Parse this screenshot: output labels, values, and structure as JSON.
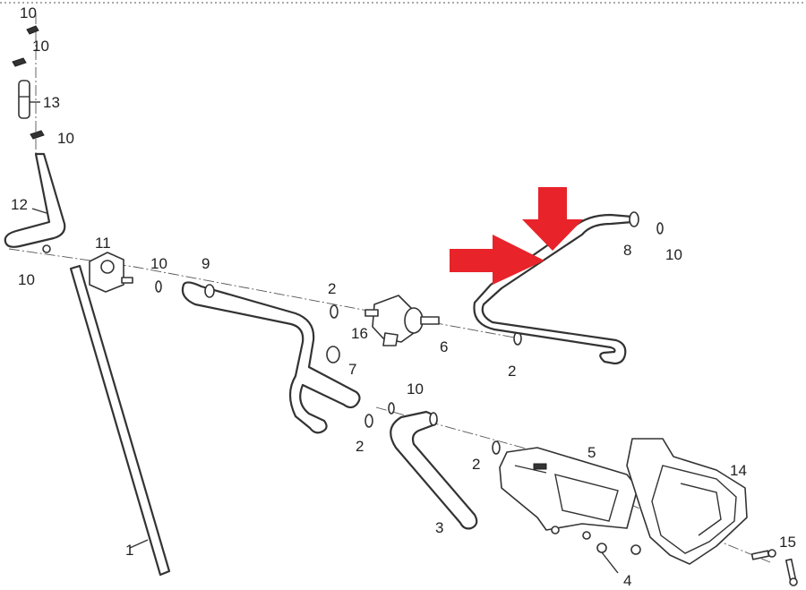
{
  "diagram": {
    "type": "exploded-parts-diagram",
    "border": "dotted-top",
    "highlight_color": "#e8232a",
    "labels": {
      "l10a": "10",
      "l10b": "10",
      "l13": "13",
      "l10c": "10",
      "l12": "12",
      "l10d": "10",
      "l11": "11",
      "l10e": "10",
      "l9": "9",
      "l1": "1",
      "l2a": "2",
      "l16": "16",
      "l6": "6",
      "l7": "7",
      "l10f": "10",
      "l2b": "2",
      "l2c": "2",
      "l3": "3",
      "l5": "5",
      "l14": "14",
      "l4": "4",
      "l15": "15",
      "l8": "8",
      "l10g": "10",
      "l2d": "2"
    }
  }
}
